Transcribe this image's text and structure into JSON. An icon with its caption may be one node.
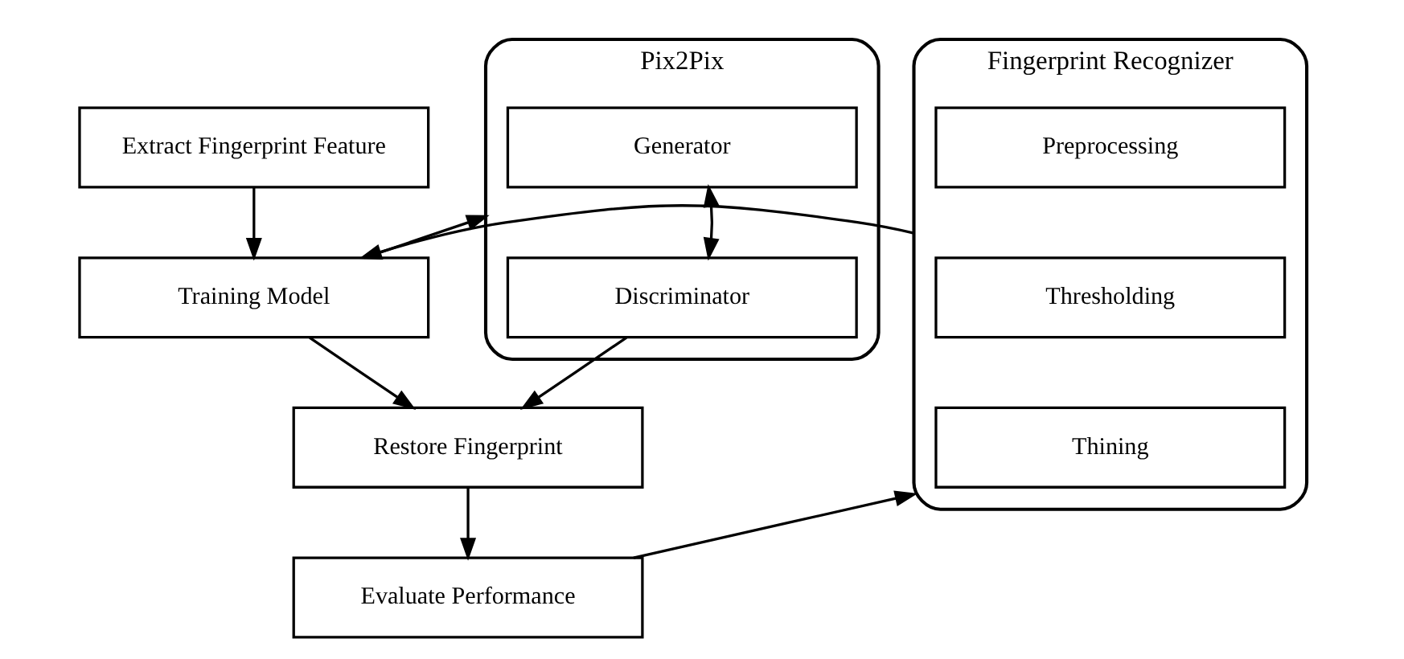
{
  "diagram": {
    "nodes": [
      {
        "text": [
          "Extract Fingerprint Feature"
        ]
      },
      {
        "text": [
          "Fingerprint Recognizer"
        ]
      },
      {
        "text": [
          "Preprocessing"
        ],
        "in": 1
      },
      {
        "text": [
          "Thresholding"
        ],
        "in": 1
      },
      {
        "text": [
          "Thining"
        ],
        "in": 1
      },
      {
        "text": [
          "Pix2Pix"
        ]
      },
      {
        "text": [
          "Generator"
        ],
        "in": 5
      },
      {
        "text": [
          "Discriminator"
        ],
        "in": 5
      },
      {
        "text": [
          "Training Model"
        ]
      },
      {
        "text": [
          "Restore Fingerprint"
        ]
      },
      {
        "text": [
          "Evaluate Performance"
        ]
      }
    ],
    "edges": [
      {
        "from": 0,
        "to": 8,
        "arrow": "to"
      },
      {
        "from": 8,
        "to": 5,
        "arrow": "to"
      },
      {
        "from": 1,
        "to": 8,
        "arrow": "to"
      },
      {
        "from": 6,
        "to": 7,
        "arrow": "both"
      },
      {
        "from": 7,
        "to": 9,
        "arrow": "to"
      },
      {
        "from": 8,
        "to": 9,
        "arrow": "to"
      },
      {
        "from": 9,
        "to": 10,
        "arrow": "to"
      },
      {
        "from": 10,
        "to": 1,
        "arrow": "to"
      }
    ]
  }
}
